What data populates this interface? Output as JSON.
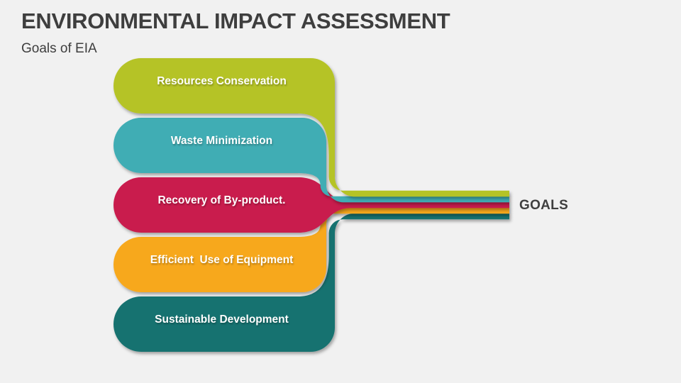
{
  "slide": {
    "title": "ENVIRONMENTAL IMPACT ASSESSMENT",
    "subtitle": "Goals of EIA",
    "background_color": "#f1f1f1",
    "title_color": "#3e3e3e"
  },
  "diagram": {
    "goals_label": "GOALS",
    "label_text_color": "#ffffff",
    "items": [
      {
        "label": "Resources Conservation",
        "color": "#b5c327"
      },
      {
        "label": "Waste Minimization",
        "color": "#41adb4"
      },
      {
        "label": "Recovery of By-product.",
        "color": "#c91d4e"
      },
      {
        "label": "Efficient  Use of Equipment",
        "color": "#f7a81d"
      },
      {
        "label": "Sustainable Development",
        "color": "#17726f"
      }
    ]
  }
}
